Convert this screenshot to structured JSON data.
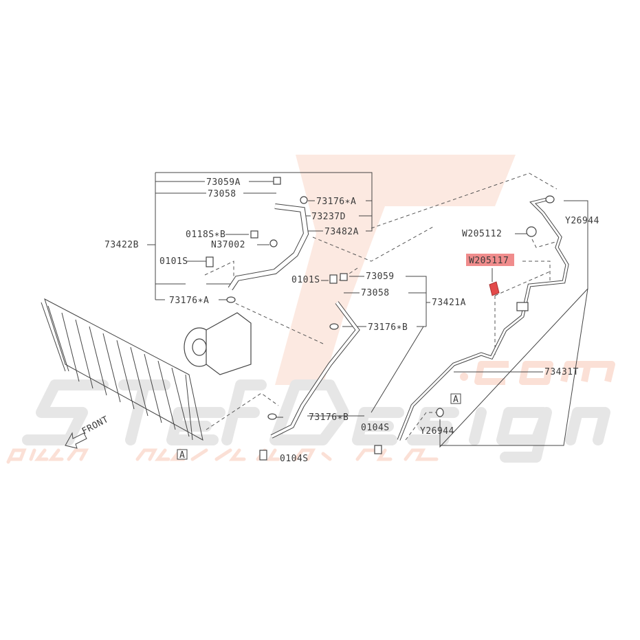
{
  "watermark": {
    "brand": "StefDesign",
    "domain": ".com",
    "tagline": "pièces & accessoires Subaru"
  },
  "labels": {
    "p73059A": "73059A",
    "p73058_top": "73058",
    "p73176A_top": "73176∗A",
    "p73237D": "73237D",
    "p73482A": "73482A",
    "p0118SB": "0118S∗B",
    "pN37002": "N37002",
    "p73422B": "73422B",
    "p0101S_left": "0101S",
    "p73176A_bottom": "73176∗A",
    "p0101S_mid": "0101S",
    "p73059": "73059",
    "p73058_mid": "73058",
    "p73421A": "73421A",
    "p73176B_mid": "73176∗B",
    "pW205112": "W205112",
    "pW205117": "W205117",
    "pY26944_top": "Y26944",
    "p73431T": "73431T",
    "pY26944_bottom": "Y26944",
    "p73176B_low": "73176∗B",
    "p0104S_right": "0104S",
    "p0104S_left": "0104S",
    "ref_A_right": "A",
    "ref_A_left": "A",
    "front": "FRONT"
  },
  "colors": {
    "highlight": "#f08c8c",
    "watermark_orange": "#fbd9cf",
    "watermark_grey": "#e4e4e4"
  }
}
